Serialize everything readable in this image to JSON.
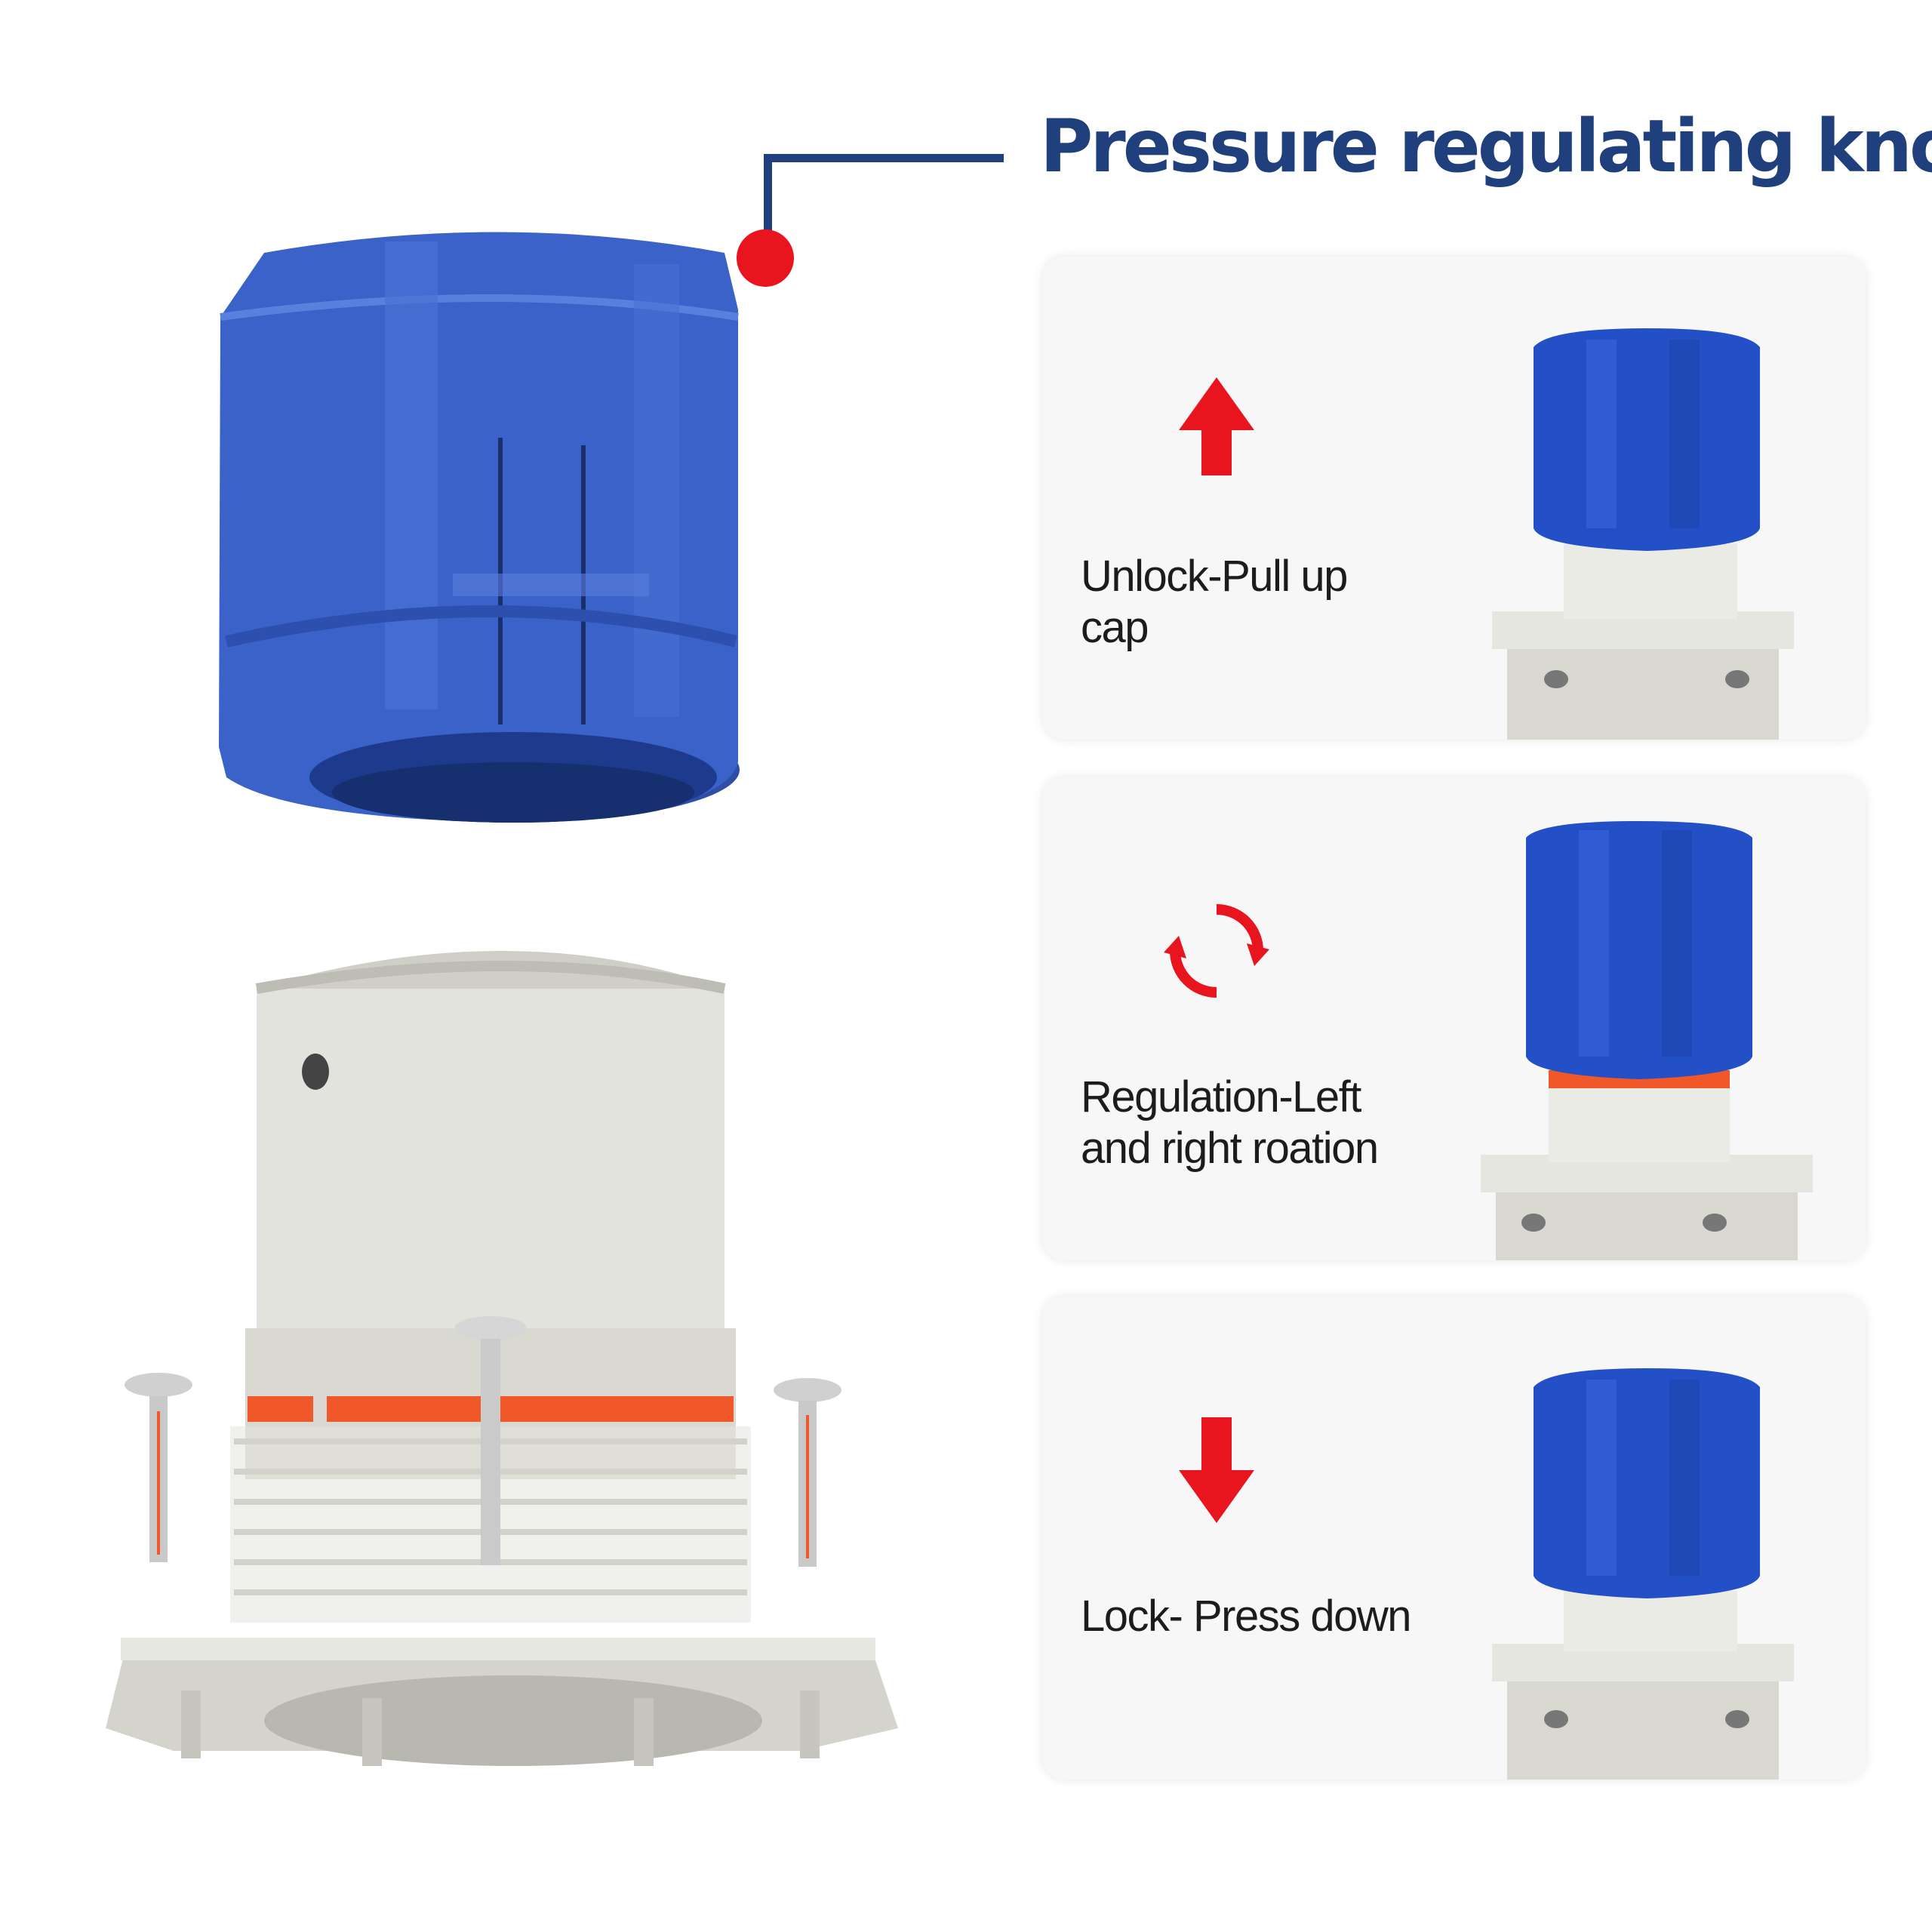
{
  "header": {
    "title": "Pressure regulating knob"
  },
  "steps": [
    {
      "label": "Unlock-Pull up\ncap",
      "icon": "arrow-up-icon"
    },
    {
      "label": "Regulation-Left\nand right roation",
      "icon": "rotate-icon"
    },
    {
      "label": "Lock- Press down",
      "icon": "arrow-down-icon"
    }
  ],
  "colors": {
    "title": "#1f3f7d",
    "accent_red": "#e8141e",
    "knob_blue": "#3b62c8",
    "body_grey": "#dcdcd6",
    "seal_orange": "#f0582a"
  }
}
